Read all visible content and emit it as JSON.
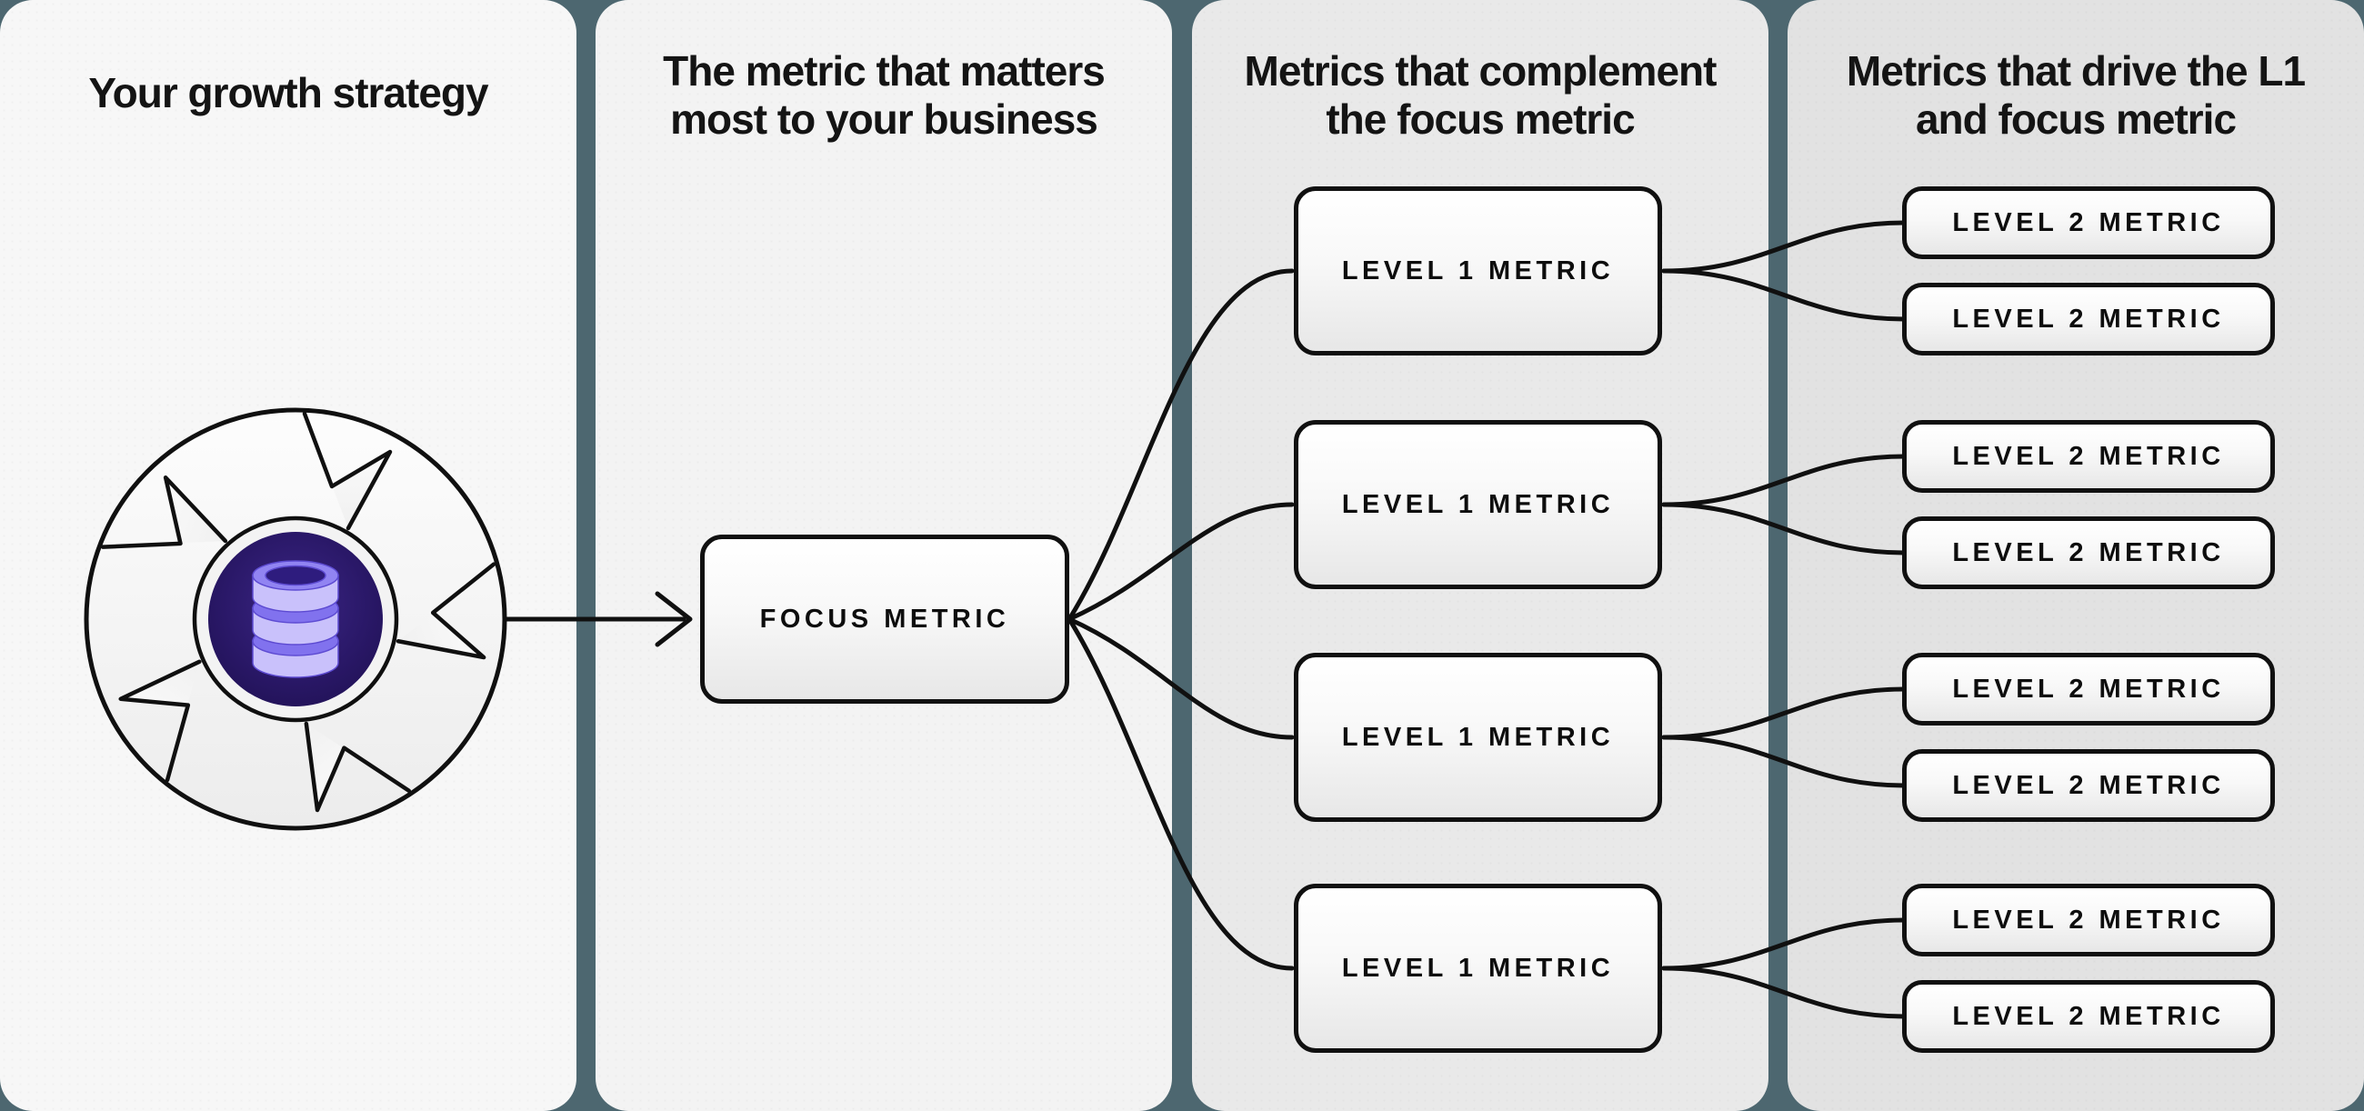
{
  "colors": {
    "background_teal": "#4d6770",
    "panel_1": "#f7f7f7",
    "panel_2": "#f3f3f3",
    "panel_3": "#e9e9e9",
    "panel_4": "#e2e2e2",
    "line_stroke": "#101010",
    "icon_disc_purple": "#2a1868",
    "icon_db_light_purple": "#c9c1fb",
    "icon_db_mid_purple": "#8172ee"
  },
  "panels": [
    {
      "title_lines": [
        "Your growth strategy"
      ],
      "icon": "growth-flywheel-database-icon"
    },
    {
      "title_lines": [
        "The metric that matters",
        "most to your business"
      ],
      "box_label": "FOCUS METRIC"
    },
    {
      "title_lines": [
        "Metrics that complement",
        "the focus metric"
      ],
      "boxes": [
        "LEVEL 1 METRIC",
        "LEVEL 1 METRIC",
        "LEVEL 1 METRIC",
        "LEVEL 1 METRIC"
      ]
    },
    {
      "title_lines": [
        "Metrics that drive the L1",
        "and focus metric"
      ],
      "boxes": [
        "LEVEL 2 METRIC",
        "LEVEL 2 METRIC",
        "LEVEL 2 METRIC",
        "LEVEL 2 METRIC",
        "LEVEL 2 METRIC",
        "LEVEL 2 METRIC",
        "LEVEL 2 METRIC",
        "LEVEL 2 METRIC"
      ]
    }
  ]
}
